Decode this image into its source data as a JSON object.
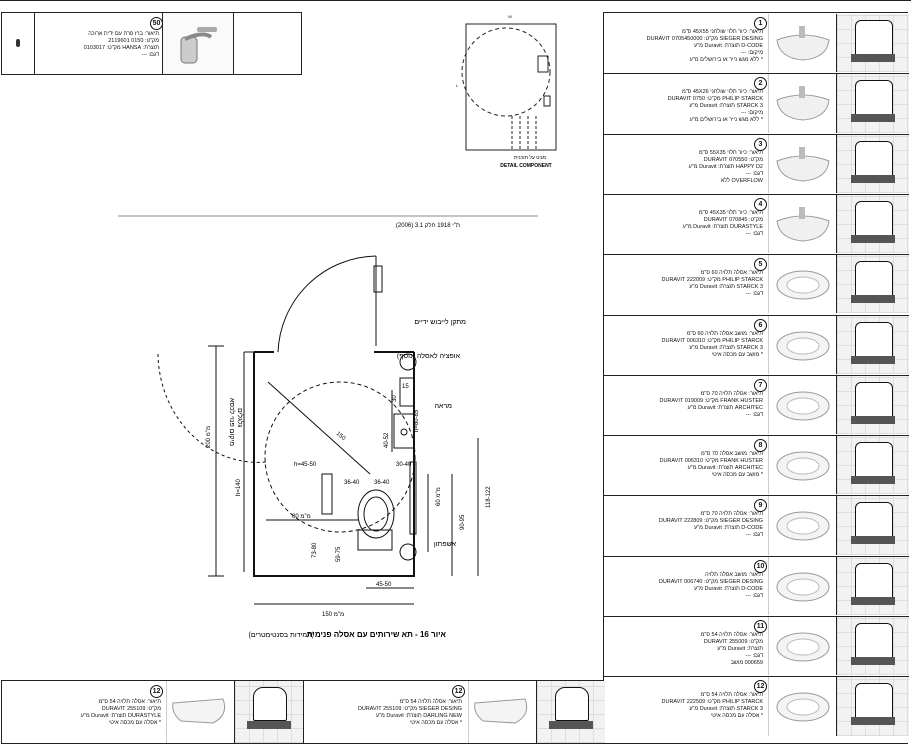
{
  "top_faucet": {
    "number": "50",
    "lines": [
      "תיאור: ברז פרח עם ידית ארוכה",
      "מק\"ט: 0150 2119601",
      "תוצרת: HANSA מק\"ט: 0103017",
      "דגם: ---"
    ]
  },
  "detail": {
    "top_dim": "W",
    "side_dim": "L",
    "caption_1": "מבט על תוכנית",
    "caption_2": "DETAIL COMPONENT"
  },
  "plan": {
    "header": "ת\"י 1918 חלק 3.1 (2006)",
    "labels": {
      "hand_rail": "מתקן לייבוש ידיים",
      "optional": "אופציה לאסלה (נוסף)",
      "mirror": "מראה",
      "clear_space_1": "מיקום פנוי לכסא",
      "clear_space_2": "גלגלים",
      "basin": "אשפתון",
      "h45": "h=45-50",
      "d36a": "36-40",
      "d36b": "36-40",
      "d30": "30-40",
      "d150": "150",
      "d80": "80 מ\"מ",
      "d73": "73-80",
      "d59": "59-75",
      "d45": "45-50",
      "d150b": "150 מ\"מ",
      "d200": "200 מ\"מ",
      "h140": "h=140",
      "d118": "118-122",
      "d90": "90-95",
      "d60": "60 מ\"מ",
      "d40": "40-52",
      "h85": "h=80-85",
      "d15": "15",
      "d30b": "30"
    },
    "caption_bold": "איור 16 - תא שירותים עם אסלה פנימית",
    "caption_rest": "(המידות בסנטימטרים)"
  },
  "right_items": [
    {
      "number": "1",
      "lines": [
        "תיאור: כיור תלוי שולחני 45X55 ס\"מ",
        "SIEGER DESING מק\"ט: 0705450000 DURAVIT",
        "D-CODE תוצרת: Duravit מ\"ע",
        "מיקום: ---",
        "* ללא מגש נייר או בירושלים מ\"ע"
      ]
    },
    {
      "number": "2",
      "lines": [
        "תיאור: כיור תלוי שולחני 45X26 ס\"מ",
        "PHILIP STARCK מק\"ט: 0750 DURAVIT",
        "STARCK 3 תוצרת: Duravit מ\"ע",
        "מיקום: ---",
        "* ללא מגש נייר או בירושלים מ\"ע"
      ]
    },
    {
      "number": "3",
      "lines": [
        "תיאור: כיור תלוי 55X35 ס\"מ",
        "מק\"ט: 070550 DURAVIT",
        "HAPPY D2 תוצרת: Duravit מ\"ע",
        "דגם: ---",
        "OVERFLOW ללא"
      ]
    },
    {
      "number": "4",
      "lines": [
        "תיאור: כיור תלוי 45X35 ס\"מ",
        "מק\"ט: 070845 DURAVIT",
        "DURASTYLE תוצרת: Duravit מ\"ע",
        "דגם: ---"
      ]
    },
    {
      "number": "5",
      "lines": [
        "תיאור: אסלה תלויה 60 ס\"מ",
        "PHILIP STARCK מק\"ט: 222009 DURAVIT",
        "STARCK 3 תוצרת: Duravit מ\"ע",
        "דגם: ---"
      ]
    },
    {
      "number": "6",
      "lines": [
        "תיאור: מושב אסלה תלויה 60 ס\"מ",
        "PHILIP STARCK מק\"ט: 006310 DURAVIT",
        "STARCK 3 תוצרת: Duravit מ\"ע",
        "* מושב עם מכסה איטי"
      ]
    },
    {
      "number": "7",
      "lines": [
        "תיאור: אסלה תלויה 70 ס\"מ",
        "FRANK HUSTER מק\"ט: 019009 DURAVIT",
        "ARCHITEC תוצרת: Duravit מ\"ע",
        "דגם: ---"
      ]
    },
    {
      "number": "8",
      "lines": [
        "תיאור: מושב אסלה 70 ס\"מ",
        "FRANK HUSTER מק\"ט: 006310 DURAVIT",
        "ARCHITEC תוצרת: Duravit מ\"ע",
        "* מושב עם מכסה איטי"
      ]
    },
    {
      "number": "9",
      "lines": [
        "תיאור: אסלה תלויה 70 ס\"מ",
        "SIEGER DESING מק\"ט: 222809 DURAVIT",
        "D-CODE תוצרת: Duravit מ\"ע",
        "דגם: ---"
      ]
    },
    {
      "number": "10",
      "lines": [
        "תיאור: מושב אסלה תלויה",
        "SIEGER DESING מק\"ט: 006740 DURAVIT",
        "D-CODE תוצרת: Duravit מ\"ע",
        "דגם: ---"
      ]
    },
    {
      "number": "11",
      "lines": [
        "תיאור: אסלה תלויה 54 ס\"מ",
        "מק\"ט: 255009 DURAVIT",
        "תוצרת: Duravit מ\"ע",
        "דגם: ---",
        "000659 מושב"
      ]
    },
    {
      "number": "12",
      "lines": [
        "תיאור: אסלה תלויה 54 ס\"מ",
        "PHILIP STARCK מק\"ט: 222509 DURAVIT",
        "STARCK 3 תוצרת: Duravit מ\"ע",
        "* אסלה עם מכסה איטי"
      ]
    }
  ],
  "bottom_items": [
    {
      "number": "12",
      "lines": [
        "תיאור: אסלה תלויה 54 ס\"מ",
        "מק\"ט: 255109 DURAVIT",
        "DURASTYLE תוצרת: Duravit מ\"ע",
        "* אסלה עם מכסה איטי"
      ]
    },
    {
      "number": "12",
      "lines": [
        "תיאור: אסלה תלויה 54 ס\"מ",
        "SIEGER DESING מק\"ט: 255109 DURAVIT",
        "DARLING NEW תוצרת: Duravit מ\"ע",
        "* אסלה עם מכסה איטי"
      ]
    }
  ]
}
